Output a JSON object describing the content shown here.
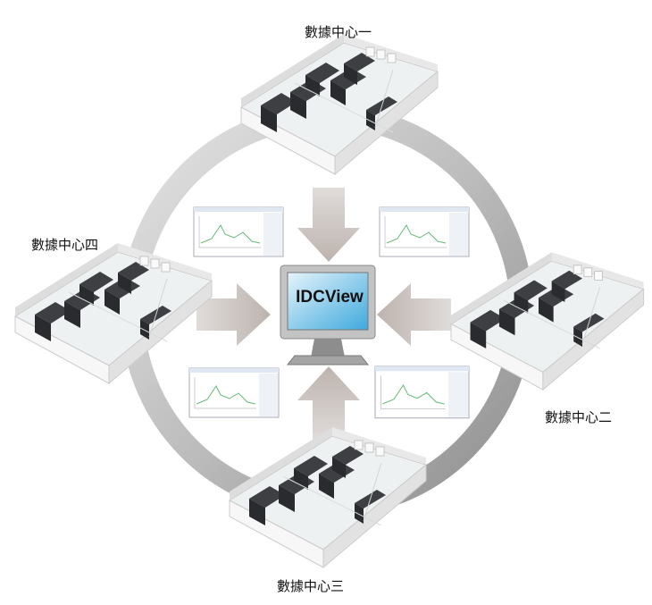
{
  "center": {
    "label": "IDCView"
  },
  "data_centers": [
    {
      "id": "dc1",
      "label": "數據中心一"
    },
    {
      "id": "dc2",
      "label": "數據中心二"
    },
    {
      "id": "dc3",
      "label": "數據中心三"
    },
    {
      "id": "dc4",
      "label": "數據中心四"
    }
  ],
  "colors": {
    "ring": "#c9c9c9",
    "arrow": "#c8bfbb",
    "screen": "#a9d8ee",
    "rack": "#3d3f43"
  }
}
